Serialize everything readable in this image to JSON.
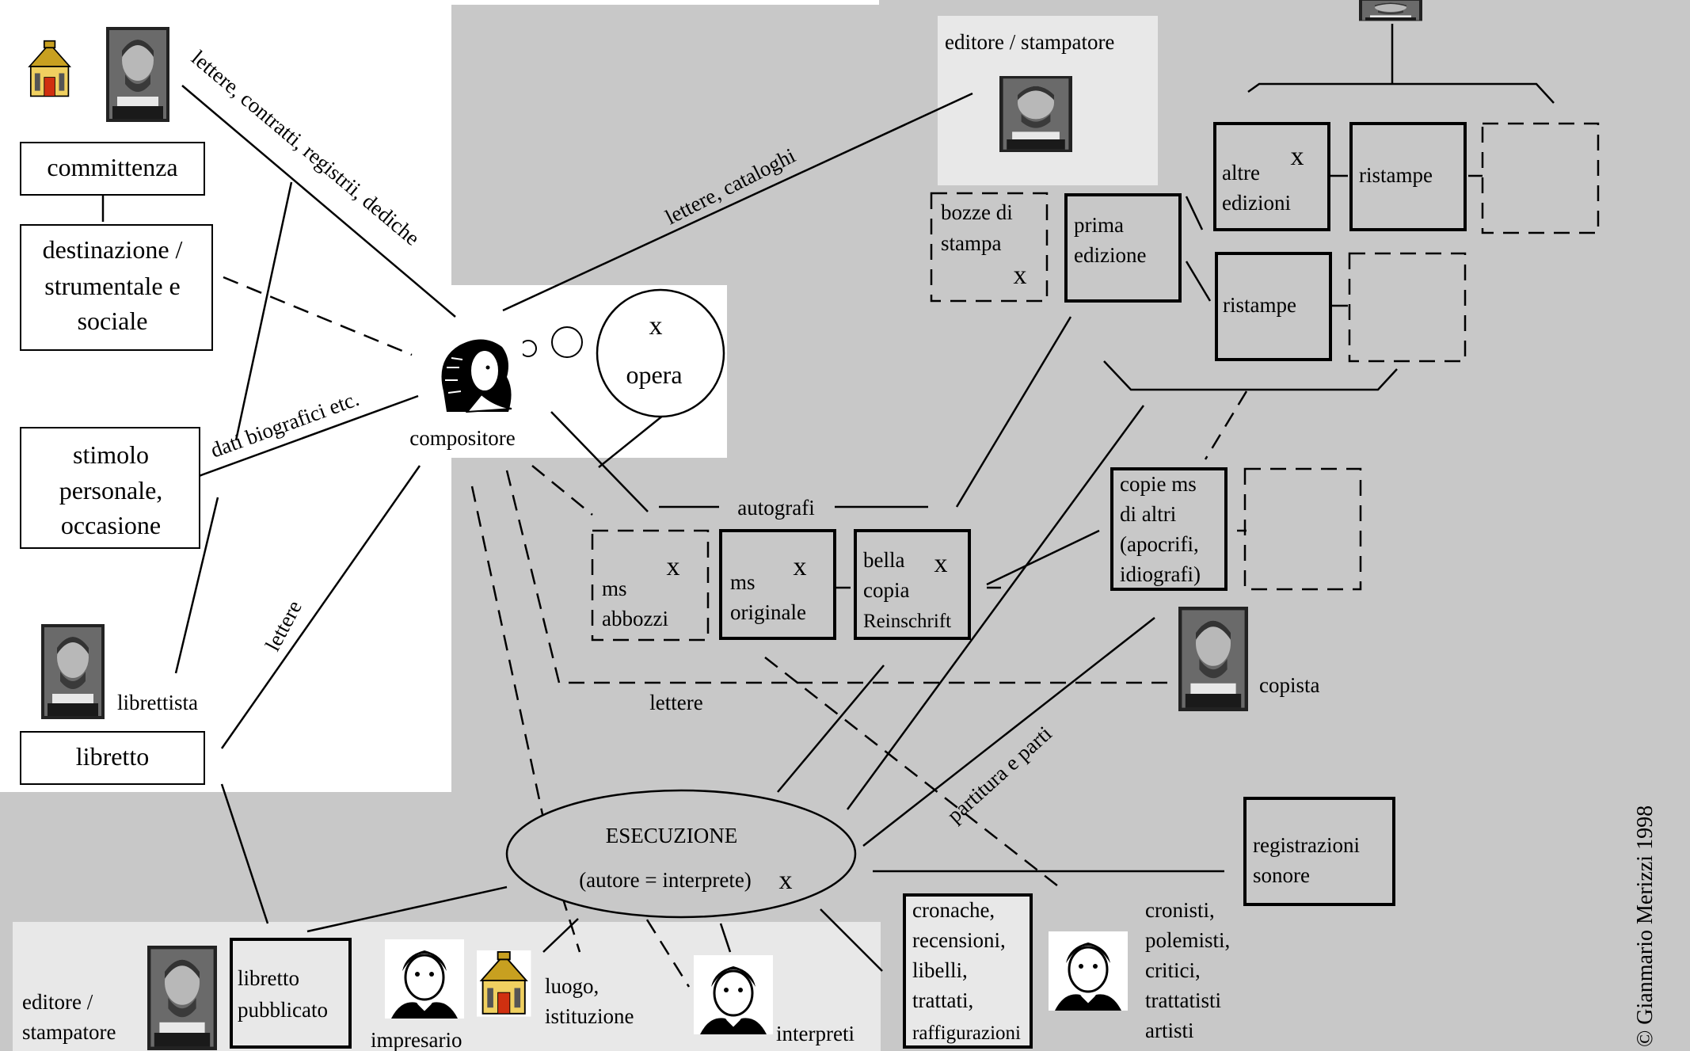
{
  "labels": {
    "committenza": "committenza",
    "destinazione_1": "destinazione /",
    "destinazione_2": "strumentale e",
    "destinazione_3": "sociale",
    "stimolo_1": "stimolo",
    "stimolo_2": "personale,",
    "stimolo_3": "occasione",
    "librettista": "librettista",
    "libretto": "libretto",
    "compositore": "compositore",
    "opera": "opera",
    "x": "x",
    "editore_stampatore_top": "editore / stampatore",
    "bozze_1": "bozze di",
    "bozze_2": "stampa",
    "prima_1": "prima",
    "prima_2": "edizione",
    "altre_1": "altre",
    "altre_2": "edizioni",
    "ristampe": "ristampe",
    "autografi": "autografi",
    "abbozzi_1": "ms",
    "abbozzi_2": "abbozzi",
    "originale_1": "ms",
    "originale_2": "originale",
    "bella_1": "bella",
    "bella_2": "copia",
    "bella_3": "Reinschrift",
    "copie_1": "copie ms",
    "copie_2": "di altri",
    "copie_3": "(apocrifi,",
    "copie_4": "idiografi)",
    "copista": "copista",
    "lettere": "lettere",
    "esecuzione": "ESECUZIONE",
    "autore_interprete": "(autore = interprete)",
    "registrazioni_1": "registrazioni",
    "registrazioni_2": "sonore",
    "cronache": [
      "cronache,",
      "recensioni,",
      "libelli,",
      "trattati,",
      "raffigurazioni"
    ],
    "cronisti": [
      "cronisti,",
      "polemisti,",
      "critici,",
      "trattatisti",
      "artisti"
    ],
    "editore_bottom_1": "editore /",
    "editore_bottom_2": "stampatore",
    "libretto_pubbl_1": "libretto",
    "libretto_pubbl_2": "pubblicato",
    "impresario": "impresario",
    "luogo_1": "luogo,",
    "luogo_2": "istituzione",
    "interpreti": "interpreti",
    "copyright": "© Gianmario Merizzi 1998"
  },
  "edge_labels": {
    "lettere_contratti": "lettere, contratti, registrii, dediche",
    "lettere_cataloghi": "lettere, cataloghi",
    "dati_biografici": "dati biografici etc.",
    "lettere_libretto": "lettere",
    "partitura": "partitura e parti"
  },
  "icons": {
    "portrait": "portrait-icon",
    "building": "building-icon",
    "composer": "composer-portrait-icon",
    "engraved": "engraved-portrait-icon"
  },
  "colors": {
    "background_gray": "#c8c8c8",
    "light_panel": "#e8e8e8",
    "white": "#ffffff",
    "line": "#000000",
    "house_roof": "#c8a020",
    "house_wall": "#f0d060",
    "house_door": "#d03010"
  }
}
